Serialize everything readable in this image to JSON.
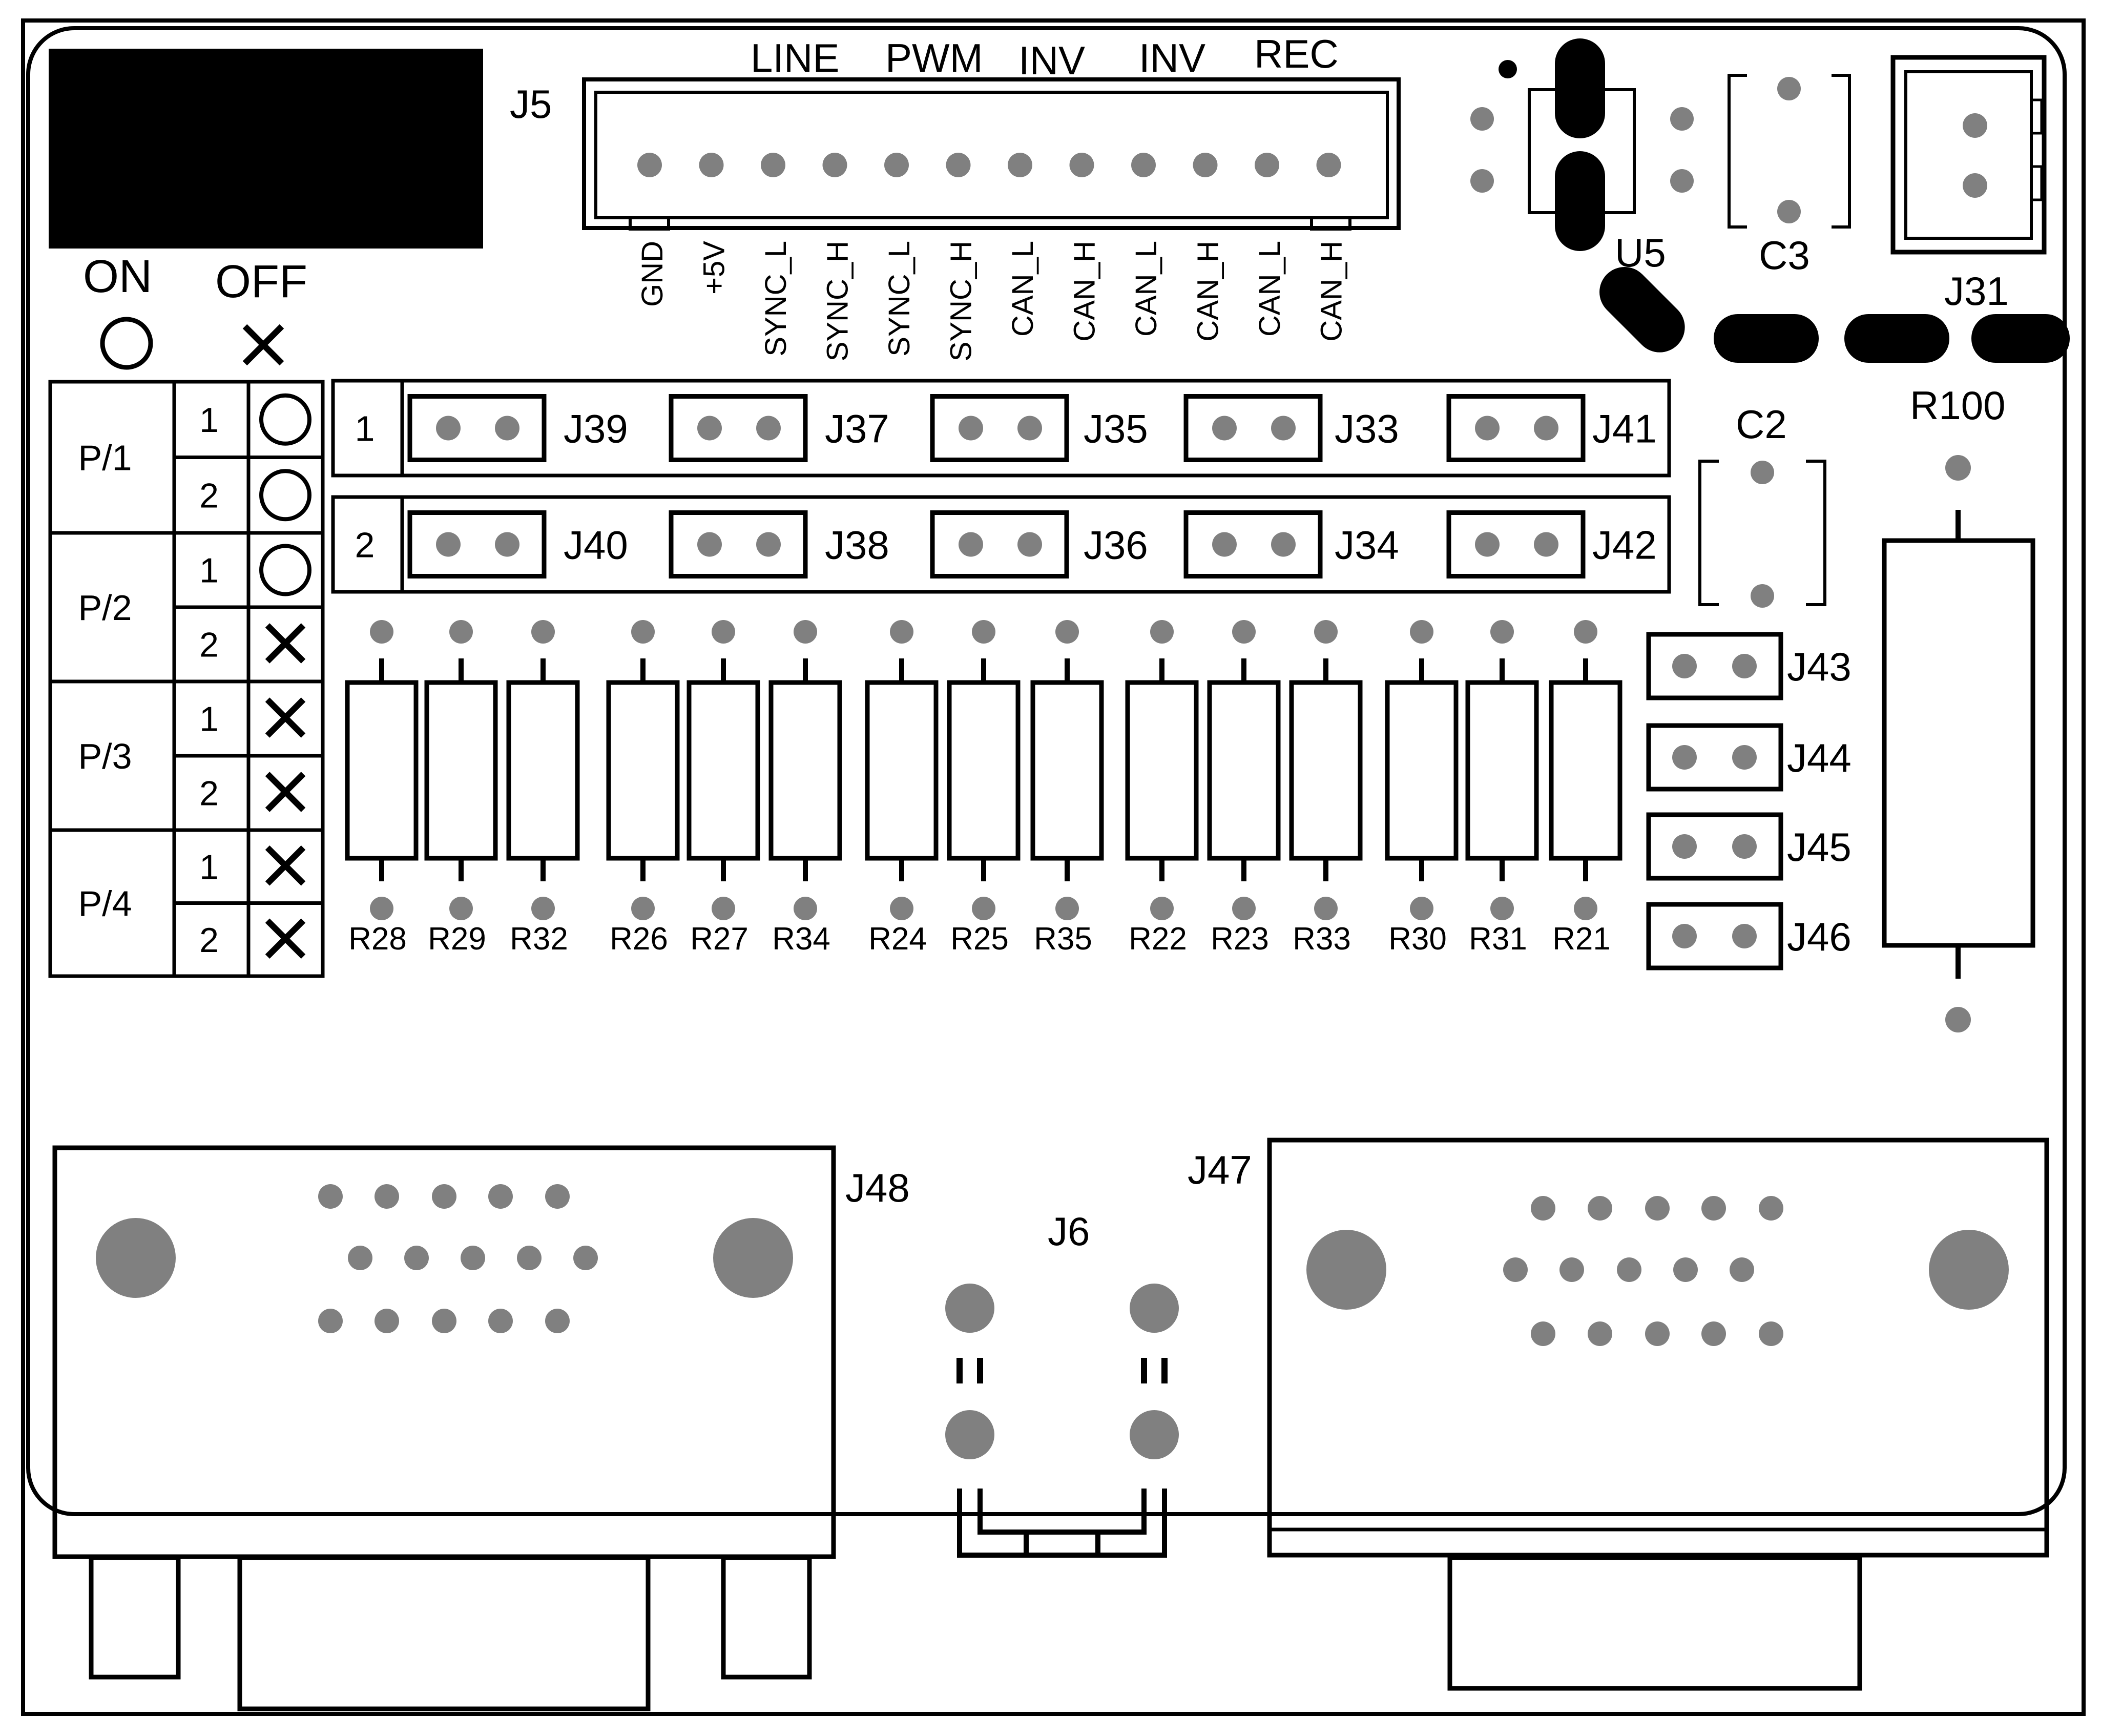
{
  "colors": {
    "ink": "#000000",
    "pad": "#808080",
    "paper": "#ffffff"
  },
  "legend": {
    "on_label": "ON",
    "off_label": "OFF",
    "on_symbol": "circle",
    "off_symbol": "cross"
  },
  "connector_j5": {
    "ref": "J5",
    "group_labels": [
      "LINE",
      "PWM",
      "INV",
      "INV",
      "REC"
    ],
    "pin_labels": [
      "GND",
      "+5V",
      "SYNC_L",
      "SYNC_H",
      "SYNC_L",
      "SYNC_H",
      "CAN_L",
      "CAN_H",
      "CAN_L",
      "CAN_H",
      "CAN_L",
      "CAN_H"
    ]
  },
  "settings_table": {
    "rows": [
      {
        "group": "P/1",
        "channels": [
          {
            "num": "1",
            "state": "on"
          },
          {
            "num": "2",
            "state": "on"
          }
        ]
      },
      {
        "group": "P/2",
        "channels": [
          {
            "num": "1",
            "state": "on"
          },
          {
            "num": "2",
            "state": "off"
          }
        ]
      },
      {
        "group": "P/3",
        "channels": [
          {
            "num": "1",
            "state": "off"
          },
          {
            "num": "2",
            "state": "off"
          }
        ]
      },
      {
        "group": "P/4",
        "channels": [
          {
            "num": "1",
            "state": "off"
          },
          {
            "num": "2",
            "state": "off"
          }
        ]
      }
    ]
  },
  "jumper_rows": [
    {
      "row_label": "1",
      "jumpers": [
        "J39",
        "J37",
        "J35",
        "J33",
        "J41"
      ]
    },
    {
      "row_label": "2",
      "jumpers": [
        "J40",
        "J38",
        "J36",
        "J34",
        "J42"
      ]
    }
  ],
  "resistors": [
    "R28",
    "R29",
    "R32",
    "R26",
    "R27",
    "R34",
    "R24",
    "R25",
    "R35",
    "R22",
    "R23",
    "R33",
    "R30",
    "R31",
    "R21"
  ],
  "side_jumpers": [
    "J43",
    "J44",
    "J45",
    "J46"
  ],
  "components": {
    "u5": "U5",
    "c3": "C3",
    "c2": "C2",
    "j31": "J31",
    "r100": "R100"
  },
  "connectors": {
    "j48": "J48",
    "j47": "J47",
    "j6": "J6"
  }
}
